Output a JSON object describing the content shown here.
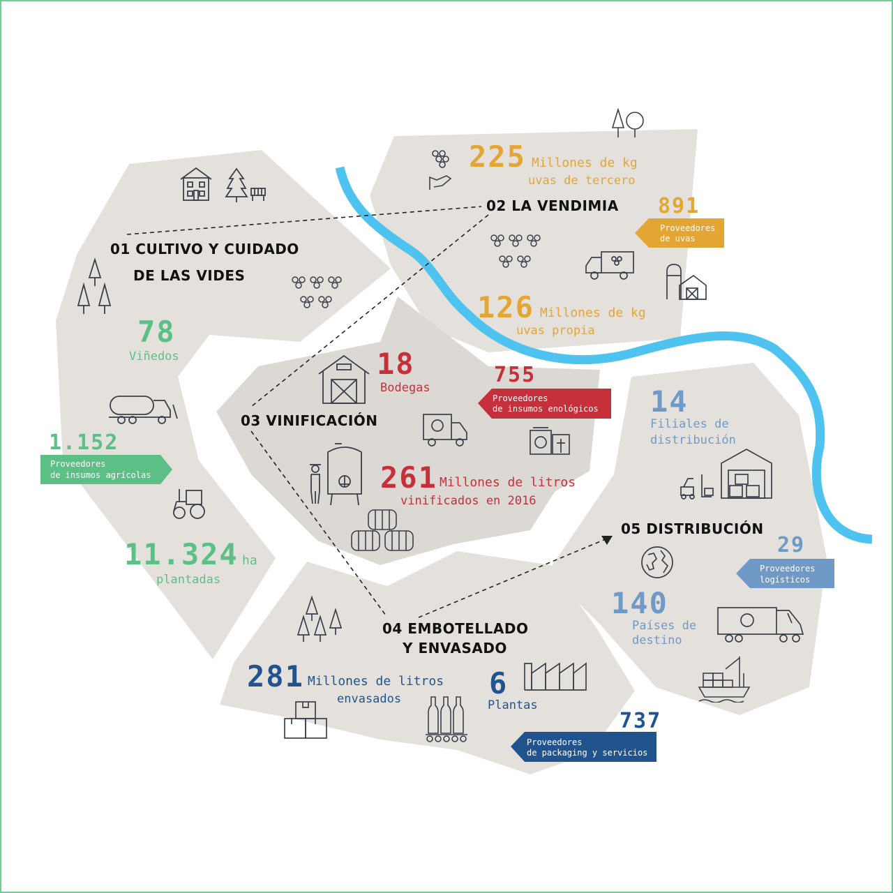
{
  "colors": {
    "green": "#5bbf86",
    "orange": "#e3a533",
    "red": "#c6303a",
    "light_blue": "#6f99c6",
    "dark_blue": "#21548f",
    "region": "#e4e1dd",
    "region_dark": "#dcd8d4",
    "river": "#4ec3ef",
    "frame": "#6fcf97"
  },
  "stage1": {
    "title_line1": "01 CULTIVO Y CUIDADO",
    "title_line2": "DE LAS VIDES",
    "vineyards_value": "78",
    "vineyards_label": "Viñedos",
    "suppliers_value": "1.152",
    "suppliers_label_line1": "Proveedores",
    "suppliers_label_line2": "de insumos agrícolas",
    "area_value": "11.324",
    "area_unit": "ha",
    "area_label": "plantadas"
  },
  "stage2": {
    "title": "02 LA VENDIMIA",
    "third_value": "225",
    "third_label_line1": "Millones de kg",
    "third_label_line2": "uvas de tercero",
    "suppliers_value": "891",
    "suppliers_label_line1": "Proveedores",
    "suppliers_label_line2": "de uvas",
    "own_value": "126",
    "own_label_line1": "Millones de kg",
    "own_label_line2": "uvas propia"
  },
  "stage3": {
    "title": "03 VINIFICACIÓN",
    "wineries_value": "18",
    "wineries_label": "Bodegas",
    "suppliers_value": "755",
    "suppliers_label_line1": "Proveedores",
    "suppliers_label_line2": "de insumos enológicos",
    "liters_value": "261",
    "liters_label_line1": "Millones de litros",
    "liters_label_line2": "vinificados en 2016"
  },
  "stage4": {
    "title_line1": "04 EMBOTELLADO",
    "title_line2": "Y ENVASADO",
    "liters_value": "281",
    "liters_label_line1": "Millones de litros",
    "liters_label_line2": "envasados",
    "plants_value": "6",
    "plants_label": "Plantas",
    "suppliers_value": "737",
    "suppliers_label_line1": "Proveedores",
    "suppliers_label_line2": "de packaging y servicios"
  },
  "stage5": {
    "title": "05 DISTRIBUCIÓN",
    "subsidiaries_value": "14",
    "subsidiaries_label_line1": "Filiales de",
    "subsidiaries_label_line2": "distribución",
    "suppliers_value": "29",
    "suppliers_label_line1": "Proveedores",
    "suppliers_label_line2": "logísticos",
    "countries_value": "140",
    "countries_label_line1": "Países de",
    "countries_label_line2": "destino"
  }
}
